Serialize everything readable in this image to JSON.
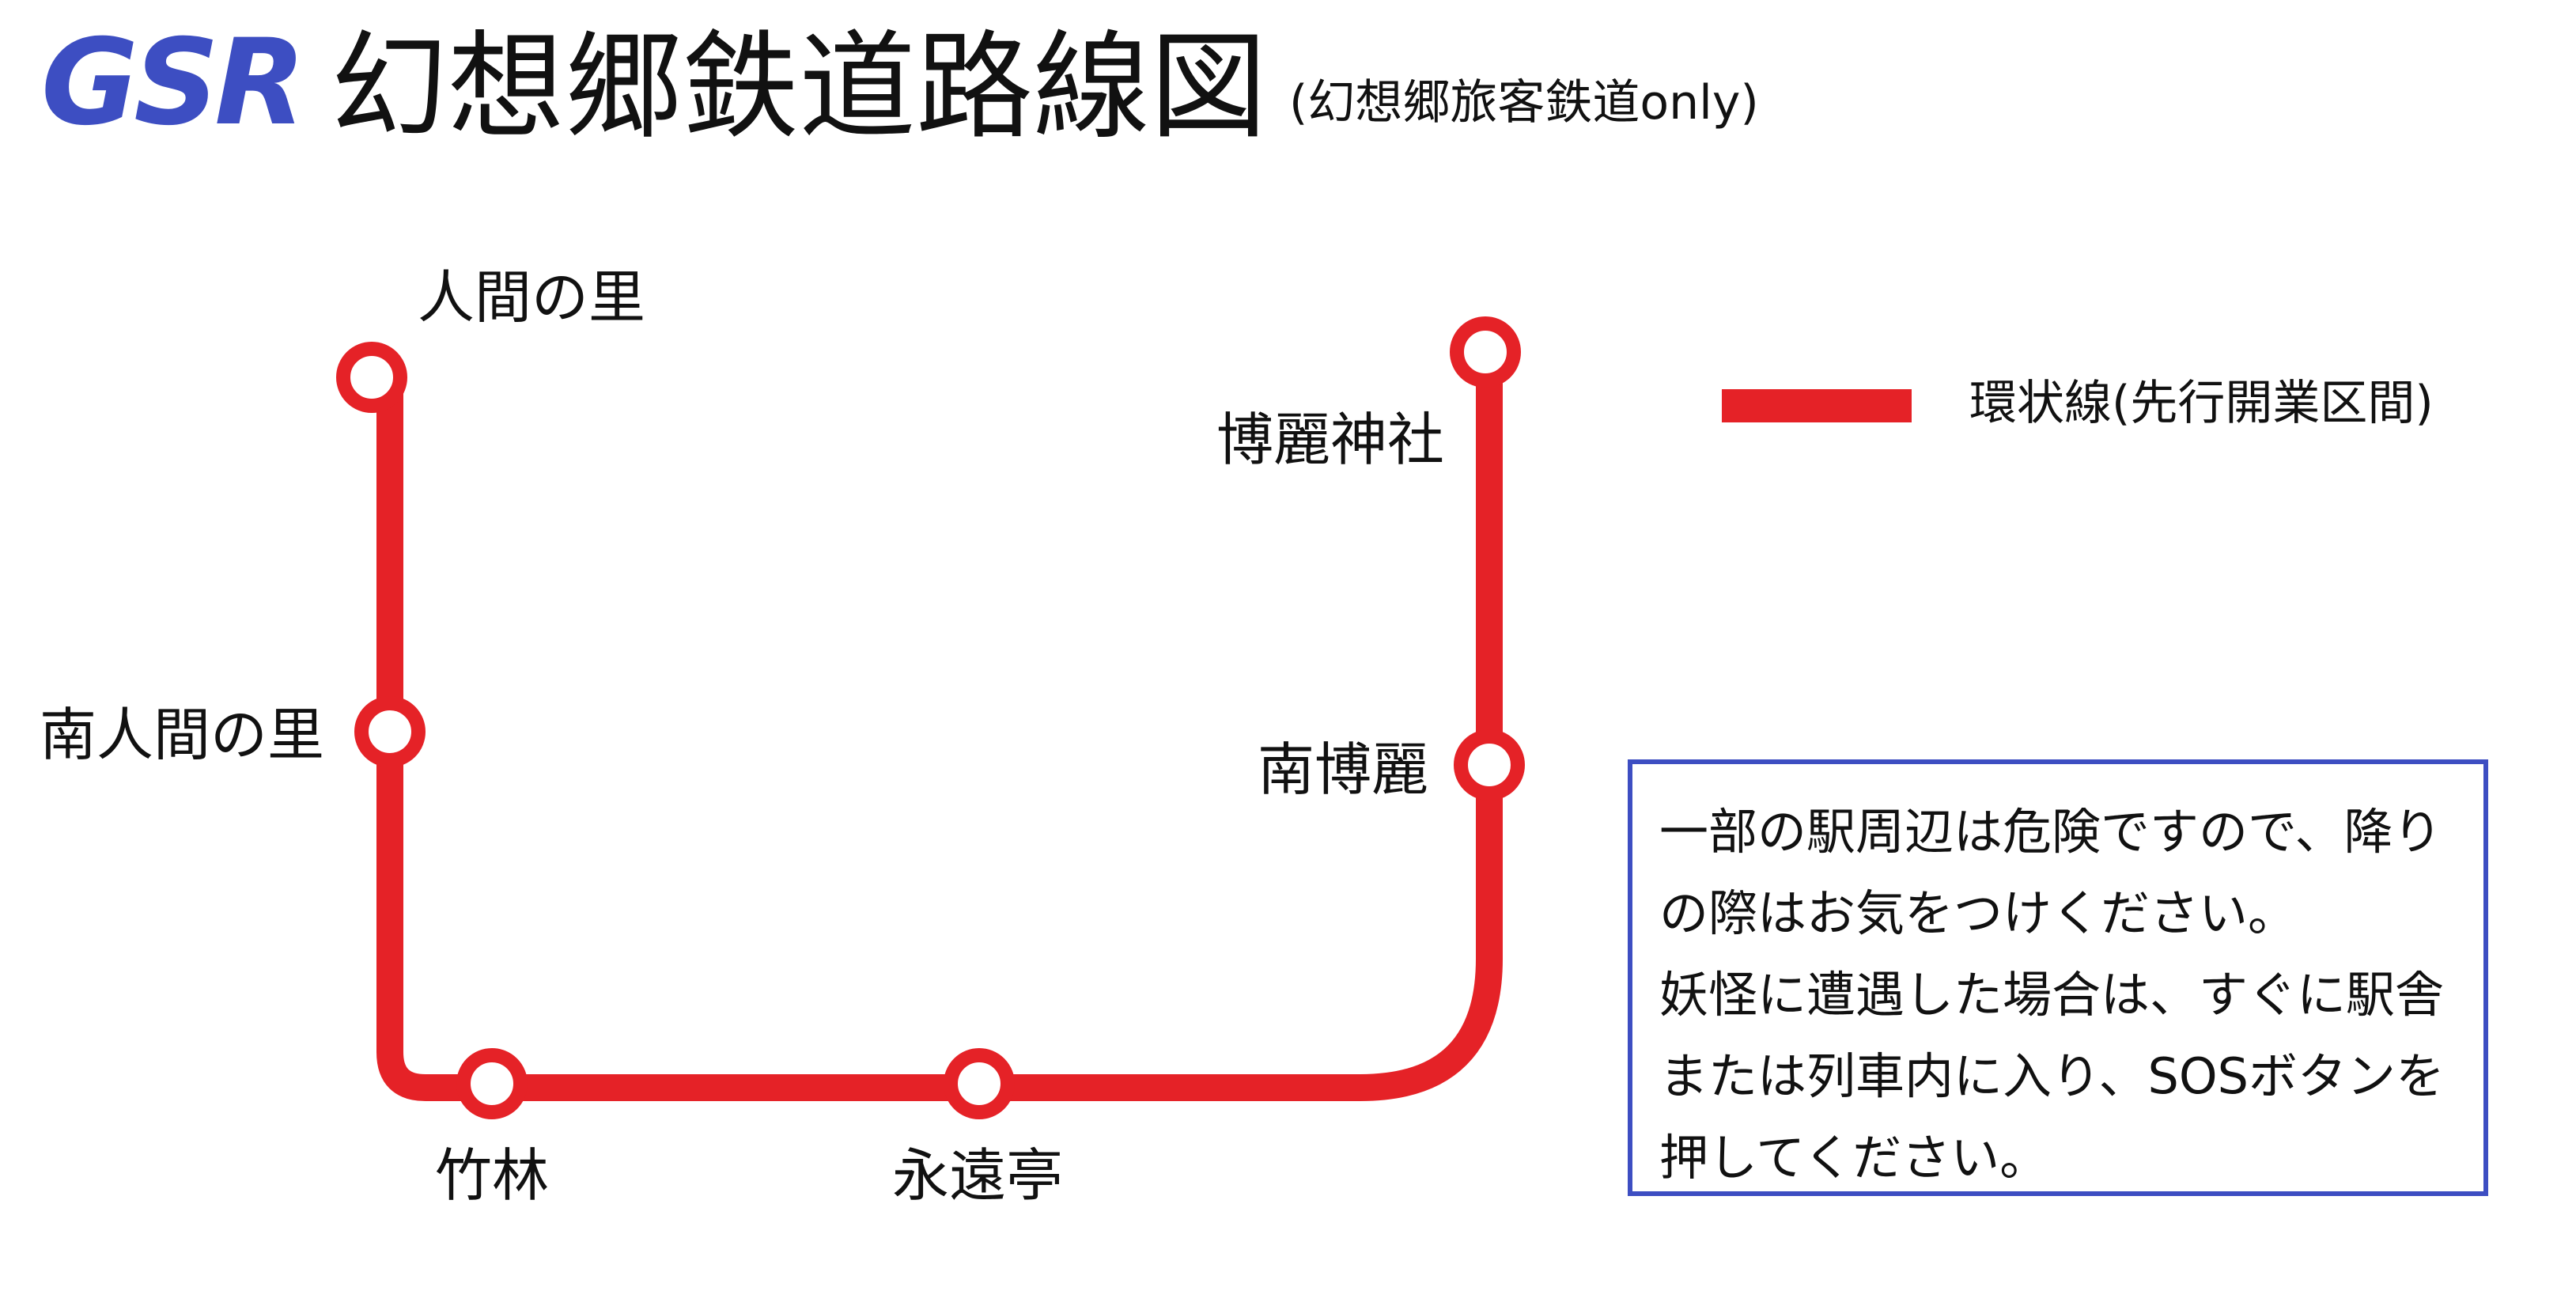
{
  "header": {
    "logo": "GSR",
    "title": "幻想郷鉄道路線図",
    "subtitle": "(幻想郷旅客鉄道only)"
  },
  "colors": {
    "line": "#e52227",
    "brand": "#3d4ec2",
    "station_fill": "#ffffff"
  },
  "route": {
    "stations": [
      {
        "name": "人間の里"
      },
      {
        "name": "南人間の里"
      },
      {
        "name": "竹林"
      },
      {
        "name": "永遠亭"
      },
      {
        "name": "南博麗"
      },
      {
        "name": "博麗神社"
      }
    ]
  },
  "legend": {
    "items": [
      {
        "label": "環状線(先行開業区間)",
        "color": "#e52227"
      }
    ]
  },
  "notice": {
    "lines": [
      "一部の駅周辺は危険ですので、降り",
      "の際はお気をつけください。",
      "妖怪に遭遇した場合は、すぐに駅舎",
      "または列車内に入り、SOSボタンを",
      "押してください。"
    ]
  }
}
